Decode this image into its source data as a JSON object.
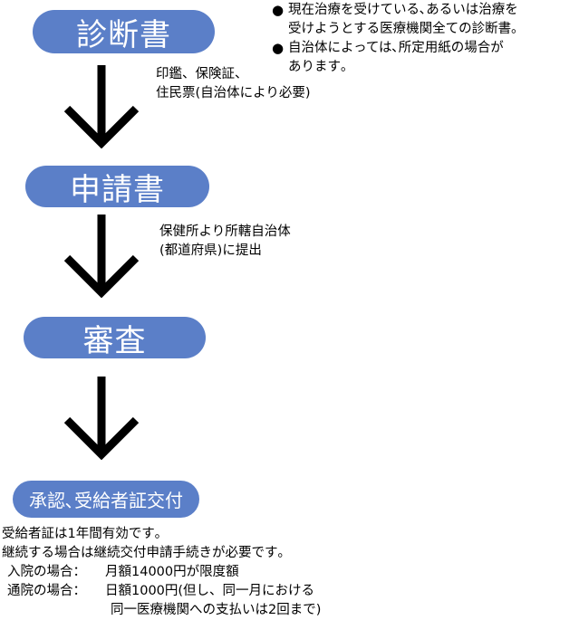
{
  "steps": [
    {
      "label": "診断書"
    },
    {
      "label": "申請書"
    },
    {
      "label": "審査"
    },
    {
      "label": "承認､受給者証交付"
    }
  ],
  "notes": {
    "bullets": [
      {
        "mark": "●",
        "lines": [
          "現在治療を受けている､あるいは治療を",
          "受けようとする医療機関全ての診断書｡"
        ]
      },
      {
        "mark": "●",
        "lines": [
          "自治体によっては､所定用紙の場合が",
          "あります｡"
        ]
      }
    ],
    "step1_docs": [
      "印鑑、保険証、",
      "住民票(自治体により必要)"
    ],
    "step2_submit": [
      "保健所より所轄自治体",
      "(都道府県)に提出"
    ]
  },
  "footer": {
    "lines": [
      "受給者証は1年間有効です｡",
      "継続する場合は継続交付申請手続きが必要です｡"
    ],
    "inpatient": {
      "label": "入院の場合：",
      "value": "月額14000円が限度額"
    },
    "outpatient": {
      "label": "通院の場合：",
      "value": "日額1000円(但し、同一月における",
      "value2": "同一医療機関への支払いは2回まで)"
    }
  },
  "colors": {
    "pill": "#5b7fc8",
    "arrow": "#000000"
  }
}
